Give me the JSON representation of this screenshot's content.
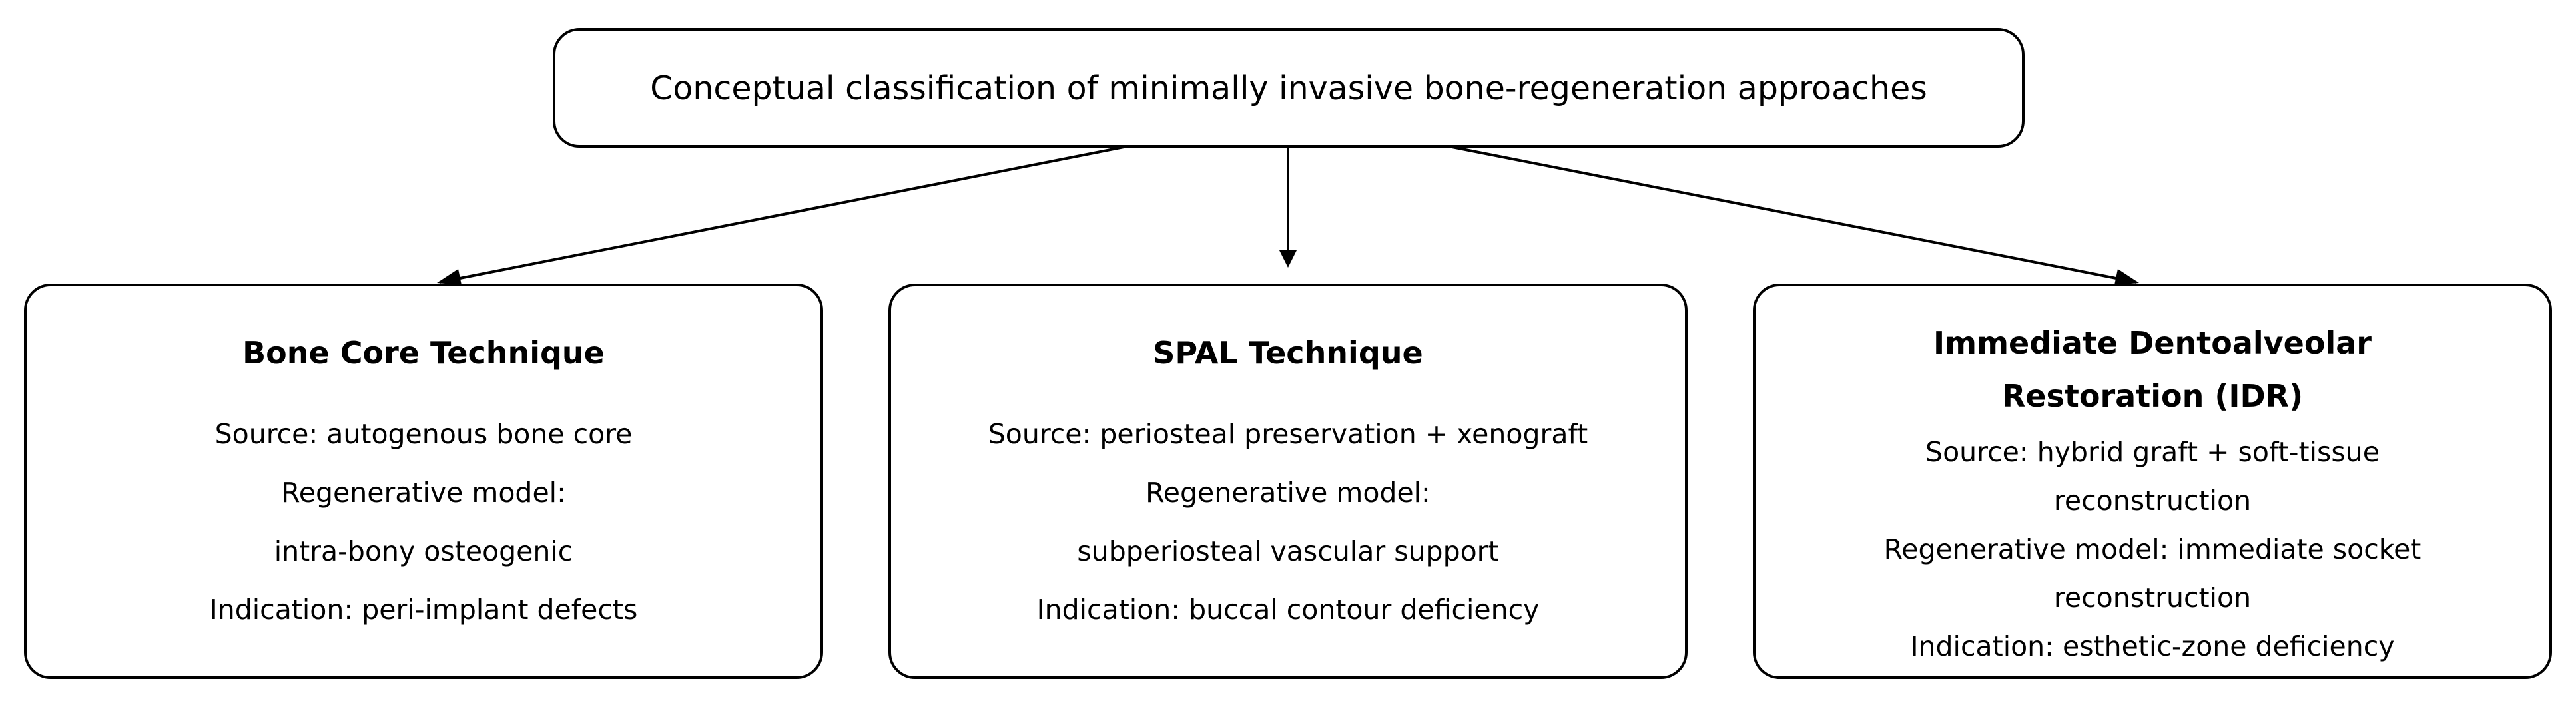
{
  "root": {
    "title": "Conceptual classification of minimally invasive bone-regeneration approaches"
  },
  "children": [
    {
      "title": "Bone Core Technique",
      "lines": [
        "Source: autogenous bone core",
        "Regenerative model:",
        "intra-bony osteogenic",
        "Indication: peri-implant defects"
      ]
    },
    {
      "title": "SPAL Technique",
      "lines": [
        "Source: periosteal preservation + xenograft",
        "Regenerative model:",
        "subperiosteal vascular support",
        "Indication: buccal contour deficiency"
      ]
    },
    {
      "title_lines": [
        "Immediate Dentoalveolar",
        "Restoration (IDR)"
      ],
      "lines": [
        "Source: hybrid graft + soft-tissue",
        "reconstruction",
        "Regenerative model: immediate socket",
        "reconstruction",
        "Indication: esthetic-zone deficiency"
      ]
    }
  ]
}
